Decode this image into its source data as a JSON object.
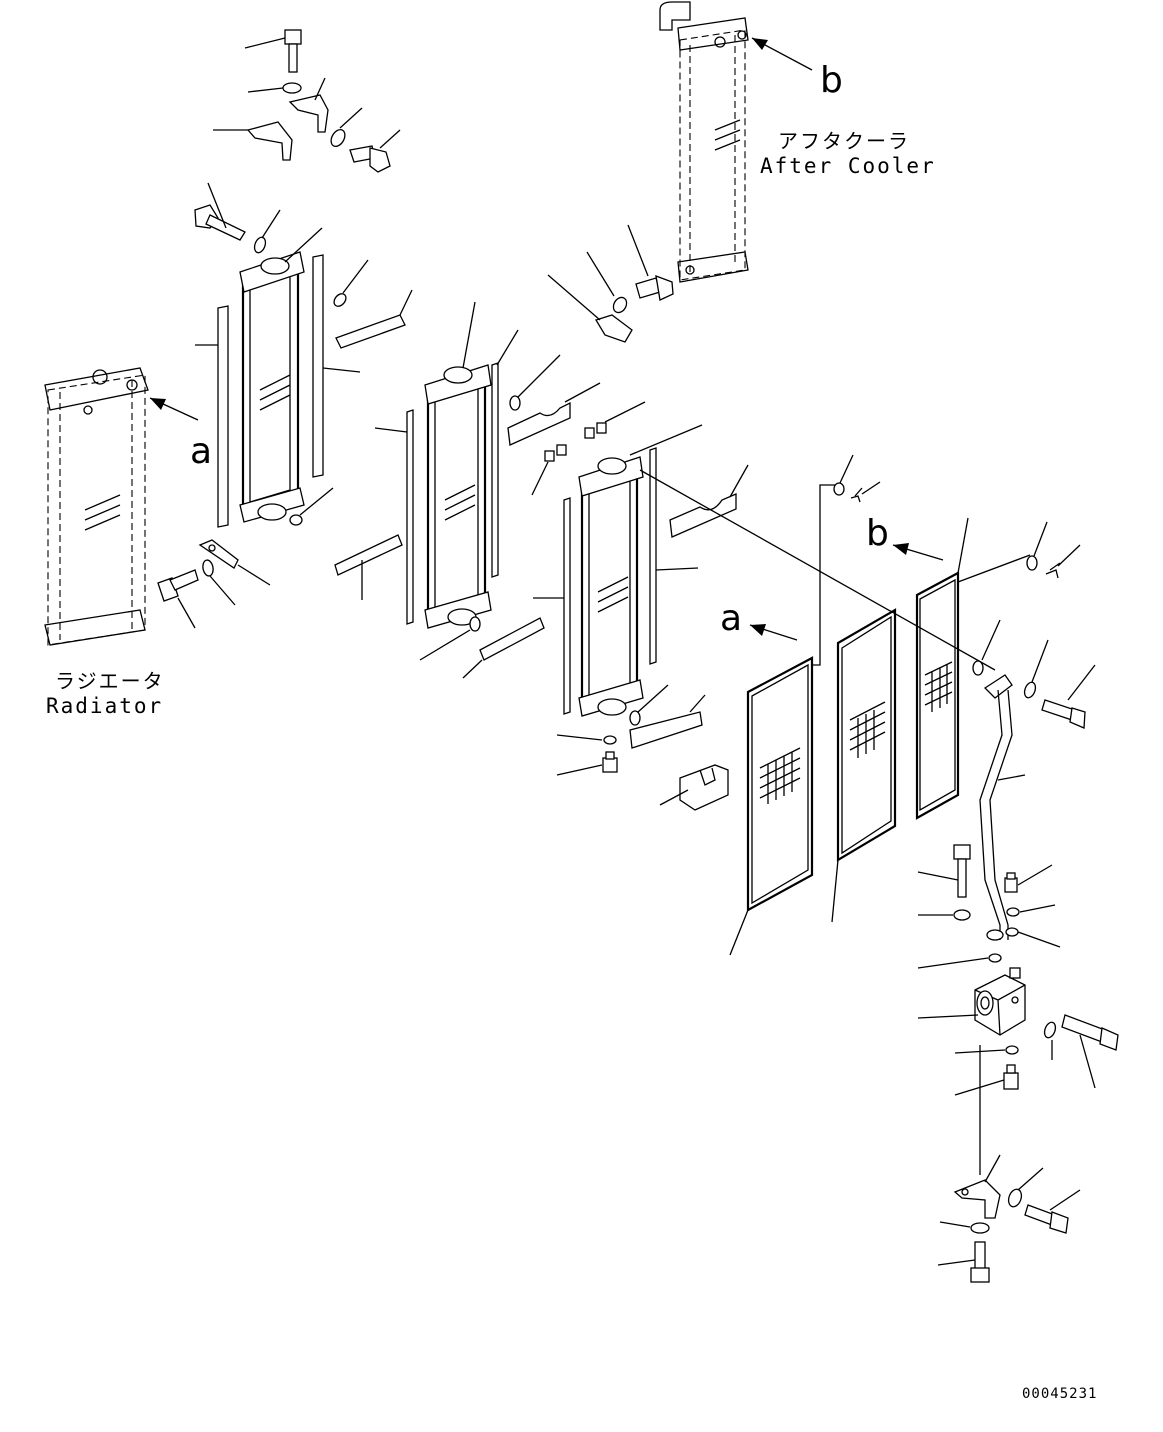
{
  "labels": {
    "after_cooler_jp": "アフタクーラ",
    "after_cooler_en": "After Cooler",
    "radiator_jp": "ラジエータ",
    "radiator_en": "Radiator",
    "ref_a": "a",
    "ref_b": "b",
    "drawing_number": "00045231"
  }
}
